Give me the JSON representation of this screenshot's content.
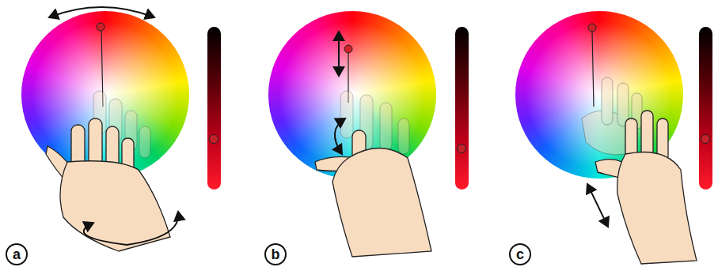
{
  "diagram": {
    "nodes": [
      {
        "text": [
          "a"
        ]
      },
      {
        "text": [
          "b"
        ]
      },
      {
        "text": [
          "c"
        ]
      }
    ]
  }
}
